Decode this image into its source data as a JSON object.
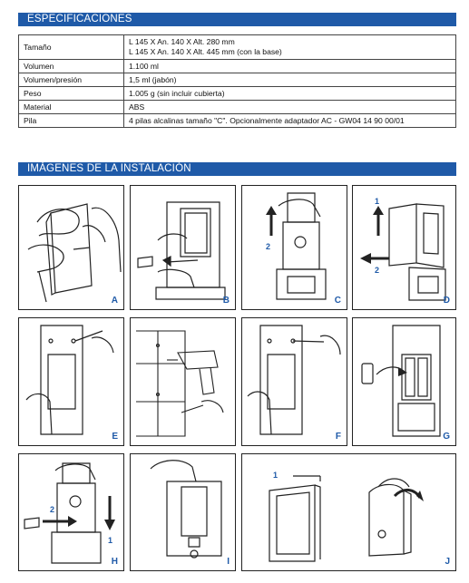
{
  "sections": {
    "specs_title": "ESPECIFICACIONES",
    "images_title": "IMÁGENES DE LA INSTALACIÓN"
  },
  "specs": [
    {
      "label": "Tamaño",
      "lines": [
        "L 145 X An. 140 X Alt. 280 mm",
        "L 145 X An. 140 X Alt. 445 mm (con la base)"
      ]
    },
    {
      "label": "Volumen",
      "lines": [
        "1.100 ml"
      ]
    },
    {
      "label": "Volumen/presión",
      "lines": [
        "1,5 ml (jabón)"
      ]
    },
    {
      "label": "Peso",
      "lines": [
        "1.005 g (sin incluir cubierta)"
      ]
    },
    {
      "label": "Material",
      "lines": [
        "ABS"
      ]
    },
    {
      "label": "Pila",
      "lines": [
        "4 pilas alcalinas tamaño \"C\". Opcionalmente adaptador AC - GW04 14 90 00/01"
      ]
    }
  ],
  "panels": {
    "A": {
      "label": "A"
    },
    "B": {
      "label": "B"
    },
    "C": {
      "label": "C",
      "step1": "2"
    },
    "D": {
      "label": "D",
      "step1": "1",
      "step2": "2"
    },
    "E": {
      "label": "E"
    },
    "F1": {
      "label": ""
    },
    "F": {
      "label": "F"
    },
    "G": {
      "label": "G"
    },
    "H": {
      "label": "H",
      "step1": "2",
      "step2": "1"
    },
    "I": {
      "label": "I"
    },
    "J": {
      "label": "J",
      "step1": "1"
    }
  },
  "colors": {
    "accent": "#1f5aa8",
    "line": "#222222"
  }
}
